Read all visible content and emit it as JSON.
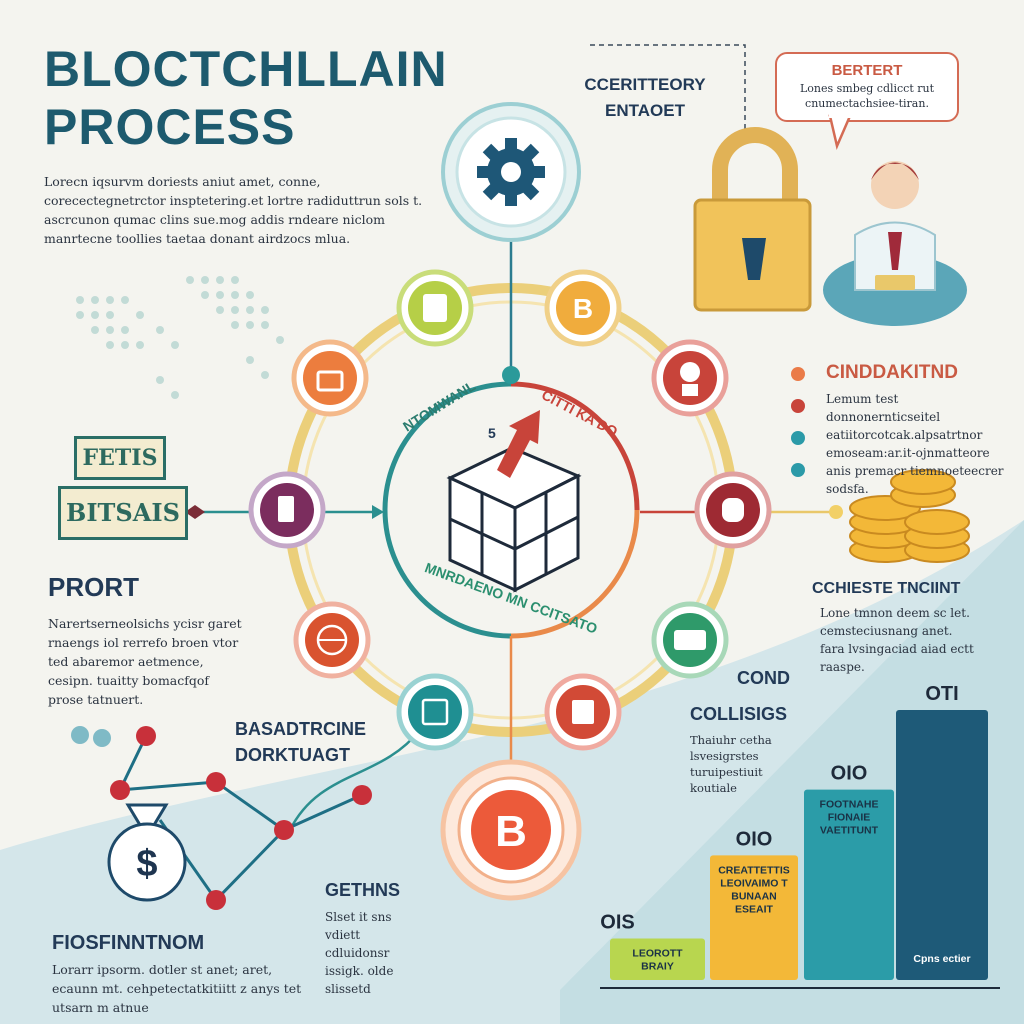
{
  "title_line1": "BLOCTCHLLAIN",
  "title_line2": "PROCESS",
  "intro_text": "Lorecn iqsurvm doriests aniut amet, conne, corecectegnetrctor insptetering.et lortre radiduttrun sols t. ascrcunon qumac clins sue.mog addis rndeare niclom manrtecne toollies taetaa donant airdzocs mlua.",
  "top_center_label": "CCERITTEORY ENTAOET",
  "bubble": {
    "title": "BERTERT",
    "text": "Lones smbeg cdlicct rut cnumectachsiee-tiran."
  },
  "box_label_1": "FETIS",
  "box_label_2": "BITSAIS",
  "left_heading": "PRORT",
  "left_text": "Narertserneolsichs ycisr garet rnaengs iol rerrefo broen vtor ted abaremor aetmence, cesipn. tuaitty bomacfqof prose tatnuert.",
  "middle_left_heading": "BASADTRCINE DORKTUAGT",
  "bottom_left_heading": "FIOSFINNTNOM",
  "bottom_left_text": "Lorarr ipsorm. dotler st anet; aret, ecaunn mt. cehpetectatkitiitt z anys tet utsarn m atnue",
  "bottom_mid_heading": "GETHNS",
  "bottom_mid_text": "Slset it sns vdiett cdluidonsr issigk. olde slissetd",
  "right_heading_1": "CINDDAKITND",
  "right_text_1": "Lemum test donnonernticseitel eatiitorcotcak.alpsatrtnor emoseam:ar.it-ojnmatteore anis premacr tiemnoeteecrer sodsfa.",
  "right_heading_2": "CCHIESTE TNCIINT",
  "right_text_2": "Lone tmnon deem sc let. cemsteciusnang anet. fara lvsingaciad aiad ectt raaspe.",
  "right_heading_3": "COND",
  "right_heading_4": "COLLISIGS",
  "right_text_4": "Thaiuhr cetha lsvesigrstes turuipestiuit koutiale",
  "center_arc_top_left": "NTOMWANL",
  "center_arc_top_right": "CITTI KA DO",
  "center_arc_bottom": "MNRDAENO MN CCITSATO",
  "center_number": "5",
  "bars": [
    {
      "label": "LEOROTT BRAIY",
      "value": 0.12
    },
    {
      "label": "CREATTETTIS LEOIVAIMO T BUNAAN ESEAIT",
      "value": 0.36
    },
    {
      "label": "FOOTNAHE FIONAIE VAETITUNT",
      "value": 0.55
    },
    {
      "label": "Cpns ectier",
      "value": 0.78
    }
  ],
  "bar_top_labels": [
    "OIS",
    "OIO",
    "OIO",
    "OTI"
  ],
  "colors": {
    "teal": "#2b7c8f",
    "yellow": "#e9c86a",
    "orange": "#ea7b48",
    "red": "#c8443a",
    "navy": "#1d5a6e"
  },
  "icons": [
    "gear-icon",
    "lock-icon",
    "person-icon",
    "coin-stack-icon",
    "bitcoin-icon",
    "money-bag-icon",
    "cube-icon"
  ]
}
